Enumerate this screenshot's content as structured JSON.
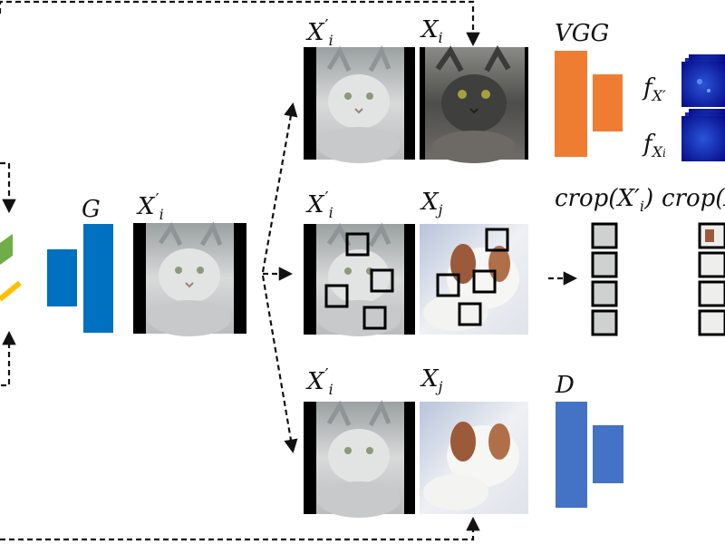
{
  "labels": {
    "G": "G",
    "Xi_prime": "X",
    "Xi": "X",
    "Xj": "X",
    "sub_i": "i",
    "sub_j": "j",
    "prime": "′",
    "VGG": "VGG",
    "D": "D",
    "f": "f",
    "f_sub_prime": "X′",
    "f_sub_i": "X",
    "f_sub_sub_i": "i",
    "crop1": "crop(X′",
    "crop1_close": ")",
    "crop2": "crop(X"
  },
  "images": {
    "gray_cat": "gray-cat-photo",
    "dark_cat": "dark-cat-photo",
    "puppy": "puppy-photo",
    "feature_map": "feature-map"
  },
  "colors": {
    "orange": "#ee7d31",
    "blue": "#0070c0",
    "lightblue": "#4472c4",
    "green": "#70ad47",
    "yellow": "#ffc000",
    "dash": "#111111"
  }
}
